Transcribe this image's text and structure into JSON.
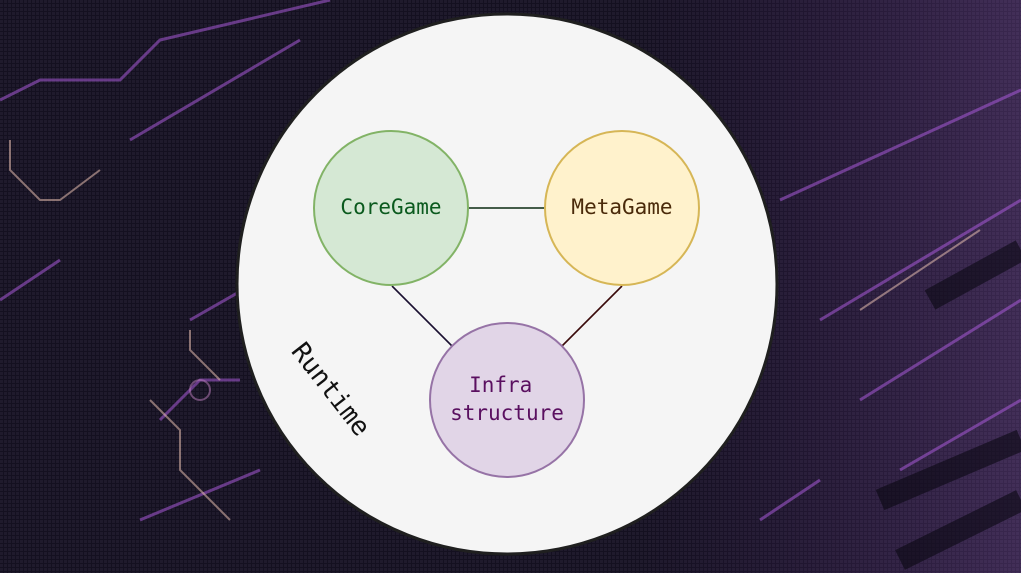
{
  "diagram": {
    "container": {
      "label": "Runtime",
      "fill": "#f5f5f5",
      "stroke": "#1f1f1f"
    },
    "nodes": [
      {
        "id": "coregame",
        "lines": [
          "CoreGame"
        ],
        "fill": "#d5e8d4",
        "stroke": "#82b366",
        "text_color": "#0b5a1e"
      },
      {
        "id": "metagame",
        "lines": [
          "MetaGame"
        ],
        "fill": "#fff2cc",
        "stroke": "#d6b656",
        "text_color": "#4a2a0a"
      },
      {
        "id": "infrastructure",
        "lines": [
          "Infra",
          "structure"
        ],
        "fill": "#e1d5e7",
        "stroke": "#9673a6",
        "text_color": "#5a1060"
      }
    ],
    "edges": [
      {
        "from": "coregame",
        "to": "metagame",
        "color": "#0a2a10"
      },
      {
        "from": "coregame",
        "to": "infrastructure",
        "color": "#1a1030"
      },
      {
        "from": "metagame",
        "to": "infrastructure",
        "color": "#3a0a0a"
      }
    ]
  },
  "background": {
    "base": "#161320",
    "accent": "#a85ad8"
  }
}
